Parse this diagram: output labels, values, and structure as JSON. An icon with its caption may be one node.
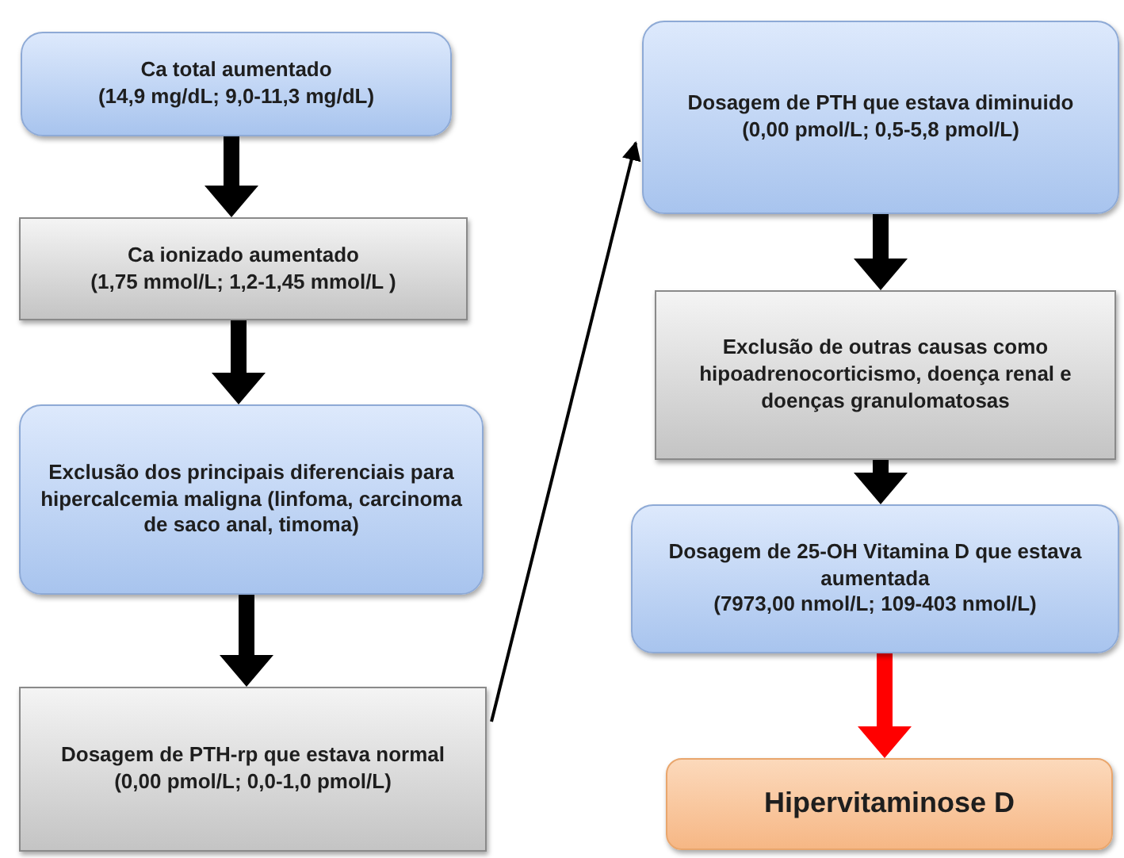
{
  "diagram": {
    "nodes": [
      {
        "text": [
          "Ca total aumentado",
          "(14,9 mg/dL; 9,0-11,3 mg/dL)"
        ]
      },
      {
        "text": [
          "Ca ionizado aumentado",
          "(1,75 mmol/L; 1,2-1,45 mmol/L )"
        ]
      },
      {
        "text": [
          "Exclusão dos principais diferenciais para hipercalcemia maligna (linfoma, carcinoma de saco anal, timoma)"
        ]
      },
      {
        "text": [
          "Dosagem de PTH-rp que estava normal",
          "(0,00 pmol/L; 0,0-1,0 pmol/L)"
        ]
      },
      {
        "text": [
          "Dosagem de PTH que estava diminuido",
          "(0,00 pmol/L; 0,5-5,8 pmol/L)"
        ]
      },
      {
        "text": [
          "Exclusão de outras causas como hipoadrenocorticismo, doença renal e doenças granulomatosas"
        ]
      },
      {
        "text": [
          "Dosagem de  25-OH Vitamina D que estava aumentada",
          "(7973,00 nmol/L; 109-403 nmol/L)"
        ]
      },
      {
        "text": [
          "Hipervitaminose D"
        ]
      }
    ],
    "edges": [
      {
        "from": 0,
        "to": 1,
        "arrow": "to"
      },
      {
        "from": 1,
        "to": 2,
        "arrow": "to"
      },
      {
        "from": 2,
        "to": 3,
        "arrow": "to"
      },
      {
        "from": 3,
        "to": 4,
        "arrow": "to"
      },
      {
        "from": 4,
        "to": 5,
        "arrow": "to"
      },
      {
        "from": 5,
        "to": 6,
        "arrow": "to"
      },
      {
        "from": 6,
        "to": 7,
        "arrow": "to",
        "color": "#ff0000"
      }
    ]
  }
}
